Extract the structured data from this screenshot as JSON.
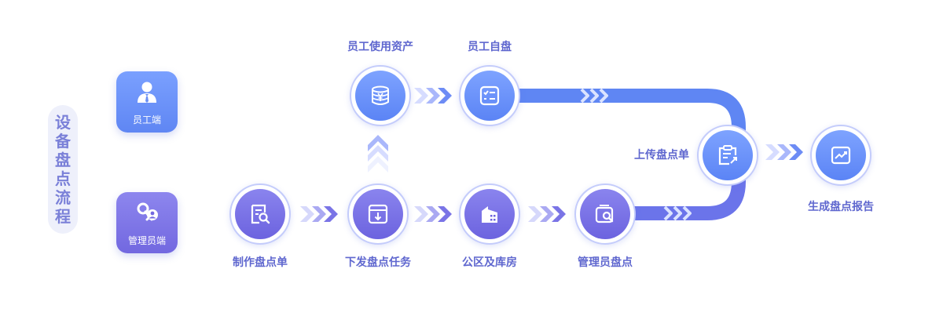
{
  "title": "设备盘点流程",
  "roles": {
    "employee": {
      "label": "员工端",
      "icon": "user-icon"
    },
    "admin": {
      "label": "管理员端",
      "icon": "key-user-icon"
    }
  },
  "steps": {
    "use_assets": {
      "label": "员工使用资产",
      "icon": "coin-stack-icon"
    },
    "self_check": {
      "label": "员工自盘",
      "icon": "checklist-icon"
    },
    "create_sheet": {
      "label": "制作盘点单",
      "icon": "document-search-icon"
    },
    "issue_task": {
      "label": "下发盘点任务",
      "icon": "download-tray-icon"
    },
    "public_storage": {
      "label": "公区及库房",
      "icon": "building-icon"
    },
    "admin_check": {
      "label": "管理员盘点",
      "icon": "box-search-icon"
    },
    "upload_sheet": {
      "label": "上传盘点单",
      "icon": "clipboard-upload-icon"
    },
    "report": {
      "label": "生成盘点报告",
      "icon": "chart-report-icon"
    }
  },
  "colors": {
    "primary_blue": "#5b84f5",
    "primary_purple": "#6c63df",
    "label_text": "#5f67cf",
    "ring": "#c4ccfb",
    "chevron_light": "#c9d3ff"
  }
}
